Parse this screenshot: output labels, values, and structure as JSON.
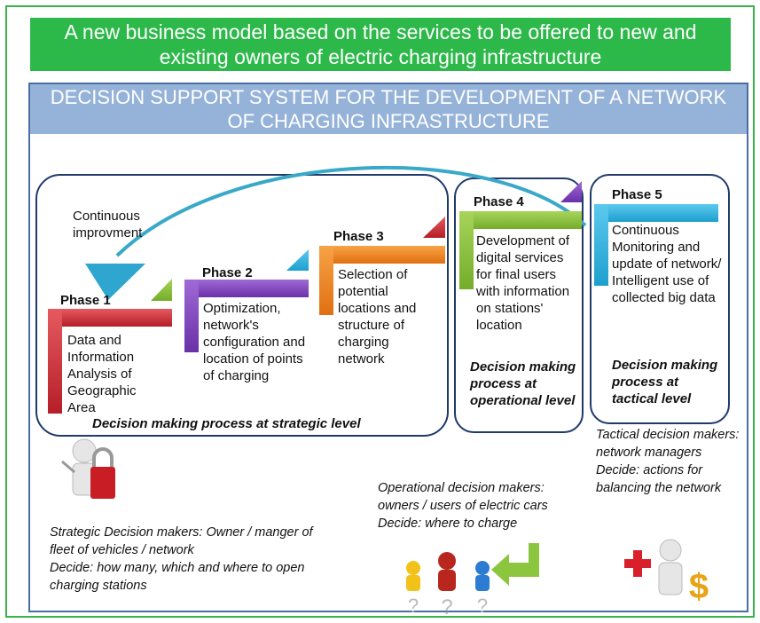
{
  "banner": "A new business model based on the services to be offered to new and existing owners of electric charging infrastructure",
  "dss_title": "DECISION SUPPORT SYSTEM FOR THE DEVELOPMENT OF A NETWORK OF CHARGING INFRASTRUCTURE",
  "continuous": "Continuous improvment",
  "phases": [
    {
      "label": "Phase 1",
      "text": "Data and Information Analysis of Geographic Area",
      "color": "#d9343b"
    },
    {
      "label": "Phase 2",
      "text": "Optimization, network's configuration and location of points of charging",
      "color": "#8a4cc2"
    },
    {
      "label": "Phase 3",
      "text": "Selection of potential locations and structure of charging network",
      "color": "#f28a1e"
    },
    {
      "label": "Phase 4",
      "text": "Development of digital services for final users with information on stations' location",
      "color": "#8fc540"
    },
    {
      "label": "Phase 5",
      "text": "Continuous Monitoring and update of network/ Intelligent use of collected big data",
      "color": "#33b5e0"
    }
  ],
  "levels": {
    "strategic": "Decision making process at strategic level",
    "operational": "Decision making process at operational level",
    "tactical": "Decision making process at tactical level"
  },
  "notes": {
    "strategic": "Strategic Decision makers: Owner / manger of fleet of vehicles / network\nDecide: how many, which and where to open charging stations",
    "operational": "Operational decision makers: owners / users of electric cars\nDecide: where to charge",
    "tactical": "Tactical decision makers: network managers\nDecide: actions for balancing the network"
  }
}
